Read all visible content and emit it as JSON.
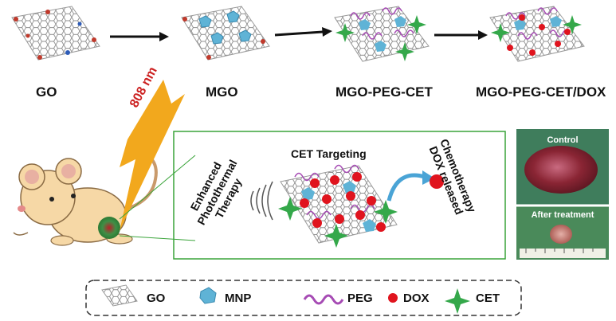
{
  "stages": [
    {
      "label": "GO"
    },
    {
      "label": "MGO"
    },
    {
      "label": "MGO-PEG-CET"
    },
    {
      "label": "MGO-PEG-CET/DOX"
    }
  ],
  "laser": {
    "label": "808 nm"
  },
  "therapy": {
    "line1": "Enhanced",
    "line2": "Photothermal",
    "line3": "Therapy",
    "targeting": "CET Targeting",
    "chemo_line1": "Chemotherapy",
    "chemo_line2": "DOX released"
  },
  "photos": [
    {
      "caption": "Control"
    },
    {
      "caption": "After treatment"
    }
  ],
  "legend": [
    {
      "label": "GO"
    },
    {
      "label": "MNP"
    },
    {
      "label": "PEG"
    },
    {
      "label": "DOX"
    },
    {
      "label": "CET"
    }
  ],
  "colors": {
    "graphene": "#9a9a9a",
    "mnp": "#5fb3d6",
    "peg": "#a64bb4",
    "dox": "#e0141e",
    "cet": "#34a84a",
    "laser": "#f2a81d",
    "box_border": "#3aa43a"
  }
}
